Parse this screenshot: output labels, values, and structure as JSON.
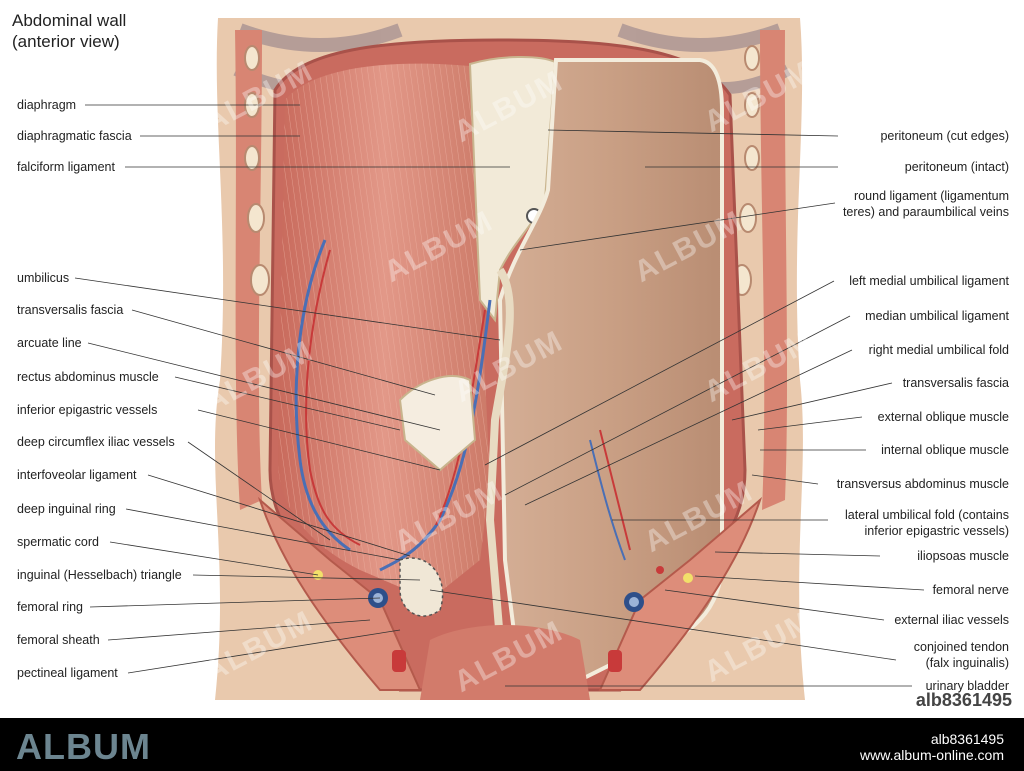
{
  "title": {
    "line1": "Abdominal wall",
    "line2": "(anterior view)"
  },
  "labels_left": [
    "diaphragm",
    "diaphragmatic fascia",
    "falciform ligament",
    "umbilicus",
    "transversalis fascia",
    "arcuate line",
    "rectus abdominus muscle",
    "inferior epigastric vessels",
    "deep circumflex iliac vessels",
    "interfoveolar ligament",
    "deep inguinal ring",
    "spermatic cord",
    "inguinal (Hesselbach) triangle",
    "femoral ring",
    "femoral sheath",
    "pectineal ligament"
  ],
  "labels_right": [
    "peritoneum (cut edges)",
    "peritoneum (intact)",
    "round ligament (ligamentum",
    "teres) and paraumbilical veins",
    "left medial umbilical ligament",
    "median umbilical ligament",
    "right medial umbilical fold",
    "transversalis fascia",
    "external oblique muscle",
    "internal oblique muscle",
    "transversus abdominus muscle",
    "lateral umbilical fold (contains",
    "inferior epigastric vessels)",
    "iliopsoas muscle",
    "femoral nerve",
    "external iliac vessels",
    "conjoined tendon",
    "(falx inguinalis)",
    "urinary bladder"
  ],
  "watermark": "ALBUM",
  "stock_id": "alb8361495",
  "footer": {
    "brand": "ALBUM",
    "id": "alb8361495",
    "url": "www.album-online.com"
  },
  "colors": {
    "skin": "#e9c9ad",
    "muscle": "#d07a68",
    "peritoneum": "#c9a085",
    "fascia": "#f2ead8",
    "vein": "#4a6fb5",
    "artery": "#c83a3a"
  }
}
